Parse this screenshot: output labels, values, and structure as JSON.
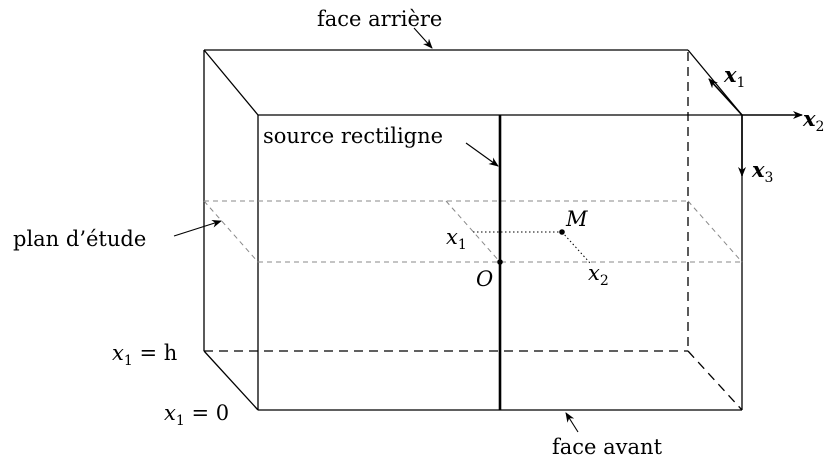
{
  "labels": {
    "back_face": "face arrière",
    "front_face": "face avant",
    "source": "source rectiligne",
    "study_plane": "plan d’étude",
    "origin": "O",
    "point": "M",
    "coord_x1": "x",
    "coord_x2": "x",
    "sub_1": "1",
    "sub_2": "2",
    "sub_3": "3",
    "level_h_lhs": "x",
    "level_h_rhs": " = h",
    "level_0_lhs": "x",
    "level_0_rhs": " = 0"
  },
  "axes": {
    "x1": "x",
    "x2": "x",
    "x3": "x"
  }
}
